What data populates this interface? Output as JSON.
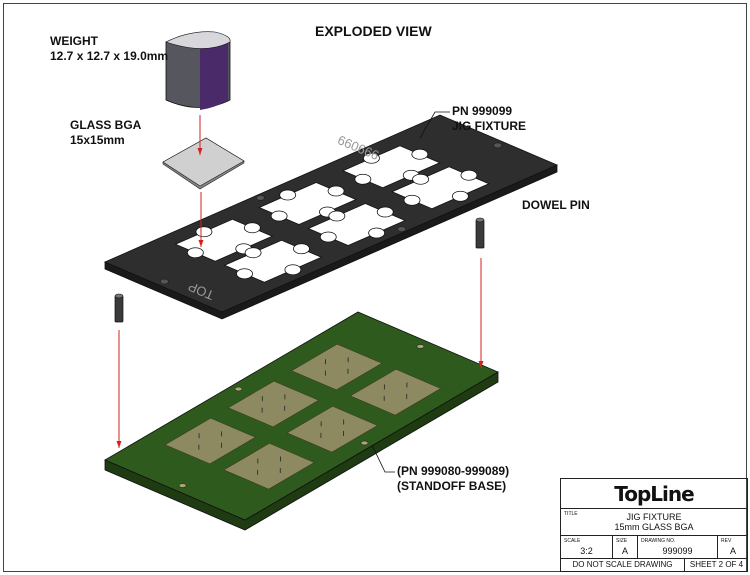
{
  "title": "EXPLODED VIEW",
  "labels": {
    "weight": "WEIGHT",
    "weight_size": "12.7 x 12.7 x 19.0mm",
    "glass": "GLASS BGA",
    "glass_size": "15x15mm",
    "jig_pn": "PN 999099",
    "jig_name": "JIG FIXTURE",
    "dowel": "DOWEL PIN",
    "base_pn": "(PN 999080-999089)",
    "base_name": "(STANDOFF BASE)",
    "plate_engraving_pn": "999099",
    "plate_engraving_top": "TOP"
  },
  "title_block": {
    "logo": "TopLine",
    "title_caption": "TITLE",
    "title_line1": "JIG FIXTURE",
    "title_line2": "15mm GLASS BGA",
    "scale_caption": "SCALE",
    "scale": "3:2",
    "size_caption": "SIZE",
    "size": "A",
    "drawing_caption": "DRAWING NO.",
    "drawing_no": "999099",
    "rev_caption": "REV",
    "rev": "A",
    "note": "DO NOT SCALE DRAWING",
    "sheet": "SHEET 2 OF 4"
  },
  "colors": {
    "plate": "#2e2e2e",
    "base": "#2f5a1e",
    "pad": "#8d8a62",
    "arrow": "#d42020"
  }
}
